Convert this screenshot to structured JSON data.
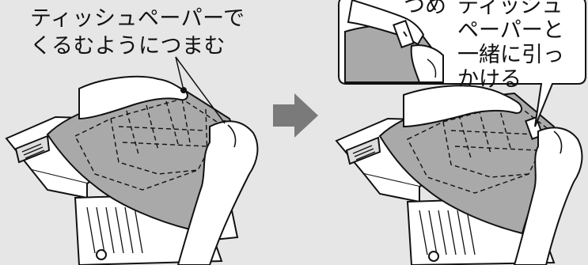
{
  "left_panel": {
    "caption_lines": [
      "ティッシュペーパーで",
      "くるむようにつまむ"
    ]
  },
  "right_panel": {
    "callout": {
      "tsume_label": "つめ",
      "caption_lines": [
        "ティッシュ",
        "ペーパーと",
        "一緒に引っ",
        "かける"
      ]
    }
  },
  "arrow": {
    "direction": "right",
    "color": "#7a7a7a"
  },
  "colors": {
    "background": "#e6e6e6",
    "tissue": "#a9a9a9",
    "outline": "#111111",
    "callout_bg": "#ffffff"
  }
}
